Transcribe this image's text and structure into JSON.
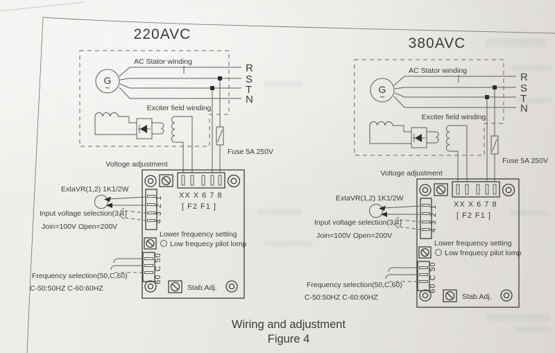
{
  "page": {
    "caption": {
      "line1": "Wiring and adjustment",
      "line2": "Figure 4"
    },
    "paper_color": "#ebe9e5",
    "ink_color": "#3a3a3a"
  },
  "diagrams": [
    {
      "title": "220AVC",
      "stator_winding_label": "AC  Stator winding",
      "exciter_winding_label": "Exciter field winding",
      "phases": [
        "R",
        "S",
        "T",
        "N"
      ],
      "fuse_label": "Fuse 5A 250V",
      "voltage_adjustment_label": "Voltoge adjustment",
      "extavr_label": "ExtaVR(1,2) 1K1/2W",
      "input_voltage_label": "Input voltage selection(3,4)",
      "join_open_label": "Join=100V  Open=200V",
      "terminal_row_label": "XX X  6 7 8",
      "f2f1_label": "[ F2 F1 ]",
      "input_terminal_numbers": "4 3 2 1",
      "lower_frequency_label": "Lower frequency setting",
      "pilot_lamp_label": "Low frequecy pilot lomp",
      "frequency_terminal_numbers": "60 C 50",
      "frequency_selection_label": "Frequency selection(50,C,60)",
      "frequency_codes_label": "C-50:50HZ  C-60:60HZ",
      "stab_adj_label": "Stab.Adj.",
      "generator_letter": "G",
      "generator_tilde": "~"
    },
    {
      "title": "380AVC",
      "stator_winding_label": "AC  Stator winding",
      "exciter_winding_label": "Exciter field winding",
      "phases": [
        "R",
        "S",
        "T",
        "N"
      ],
      "fuse_label": "Fuse 5A 250V",
      "voltage_adjustment_label": "Voltoge adjustment",
      "extavr_label": "ExtaVR(1,2) 1K1/2W",
      "input_voltage_label": "Input voltage selection(3,4)",
      "join_open_label": "Join=100V  Open=200V",
      "terminal_row_label": "XX X  6 7 8",
      "f2f1_label": "[ F2 F1 ]",
      "input_terminal_numbers": "4 3 2 1",
      "lower_frequency_label": "Lower frequency setting",
      "pilot_lamp_label": "Low frequecy pilot lomp",
      "frequency_terminal_numbers": "60 C 50",
      "frequency_selection_label": "Frequency selection(50,C,60)",
      "frequency_codes_label": "C-50:50HZ  C-60:60HZ",
      "stab_adj_label": "Stab.Adj.",
      "generator_letter": "G",
      "generator_tilde": "~"
    }
  ]
}
